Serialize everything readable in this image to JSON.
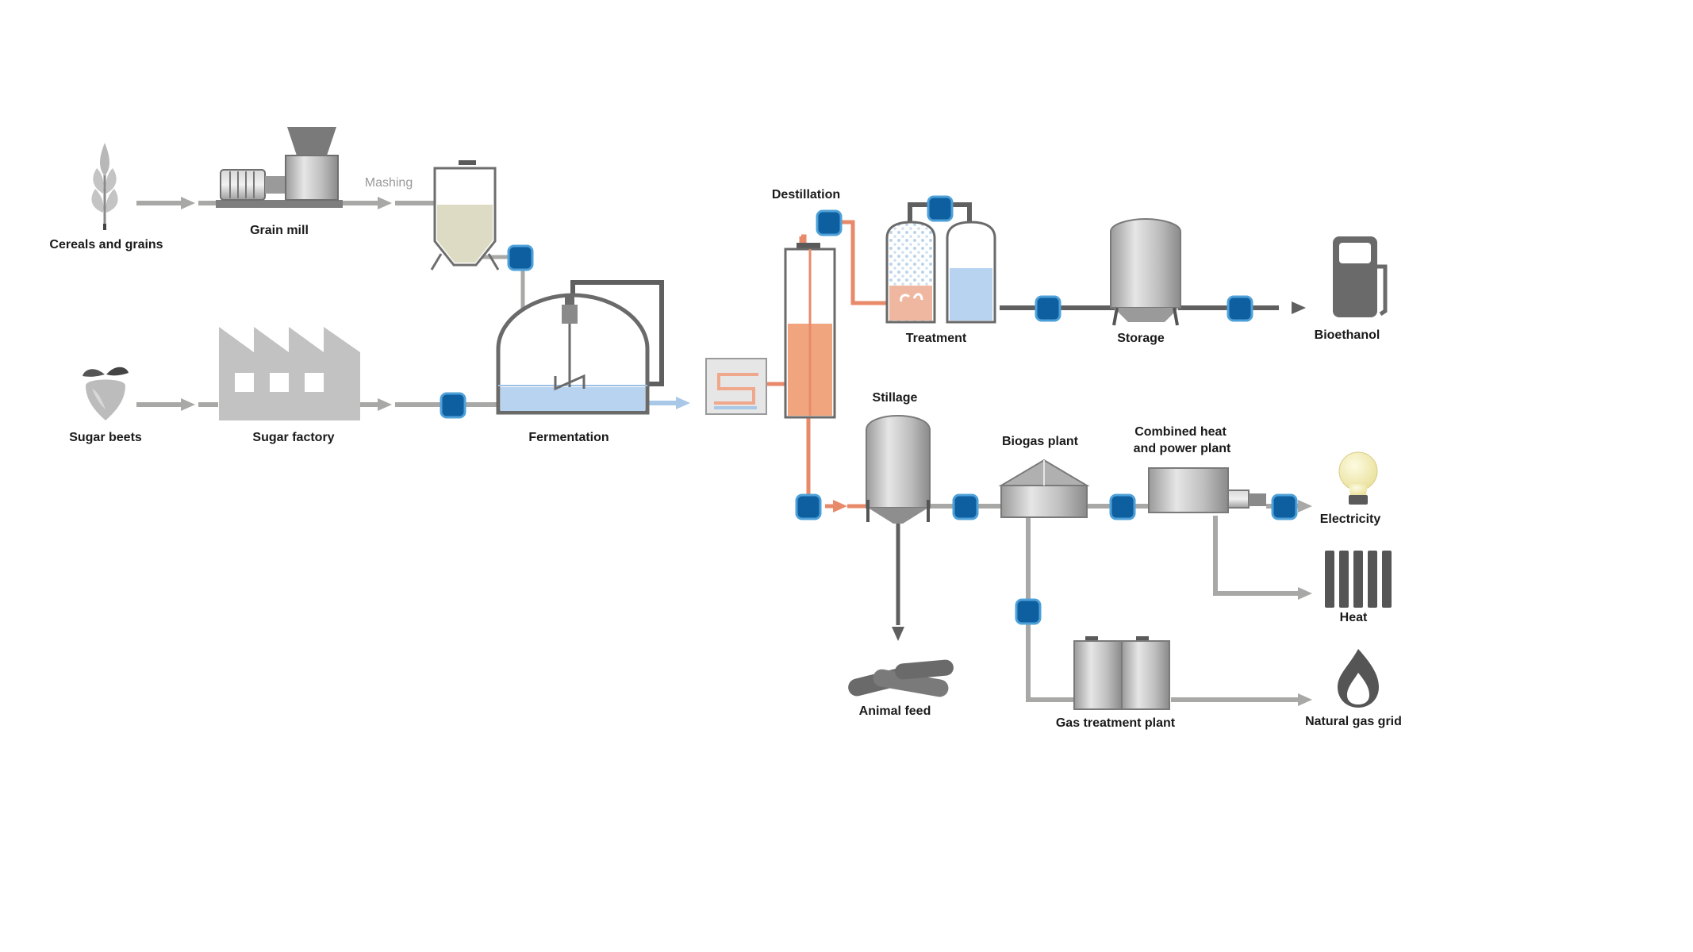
{
  "labels": {
    "cereals": "Cereals and grains",
    "grain_mill": "Grain mill",
    "mashing": "Mashing",
    "sugar_beets": "Sugar beets",
    "sugar_factory": "Sugar factory",
    "fermentation": "Fermentation",
    "distillation": "Destillation",
    "treatment": "Treatment",
    "storage": "Storage",
    "bioethanol": "Bioethanol",
    "stillage": "Stillage",
    "biogas_plant": "Biogas plant",
    "chp_line1": "Combined heat",
    "chp_line2": "and power plant",
    "electricity": "Electricity",
    "heat": "Heat",
    "animal_feed": "Animal feed",
    "gas_treatment": "Gas treatment plant",
    "natural_gas_grid": "Natural gas grid"
  },
  "colors": {
    "gray_flow": "#a8a8a6",
    "dark_pipe": "#5f5f5f",
    "blue_flow": "#a9c8e8",
    "red_flow": "#e88a6a",
    "valve": "#0d5fa0",
    "valve_border": "#4da0d8",
    "orange_liquid": "#f0a57e",
    "blue_liquid": "#b8d3ef",
    "mash": "#dedbc4",
    "bulb": "#f3eeb0"
  },
  "icons": [
    "wheat-icon",
    "beet-icon",
    "factory-icon",
    "fuel-pump-icon",
    "light-bulb-icon",
    "radiator-icon",
    "flame-icon",
    "animal-feed-pellets-icon"
  ]
}
